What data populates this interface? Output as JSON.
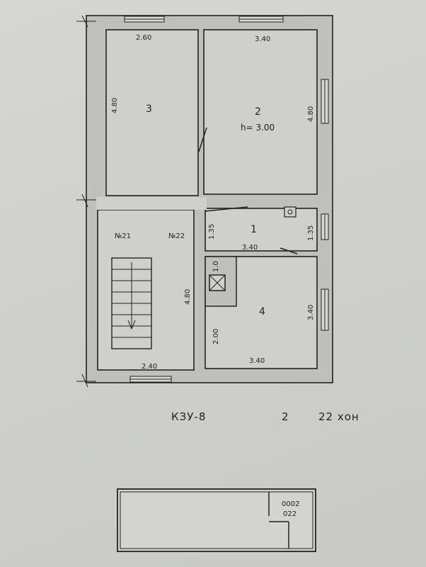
{
  "plan": {
    "dims": {
      "r3_top": "2.60",
      "r3_side": "4.80",
      "r2_top": "3.40",
      "r2_side": "4.80",
      "r1_left": "1.35",
      "r1_right": "1.35",
      "r1_bottom": "3.40",
      "r4_right": "3.40",
      "r4_left": "2.00",
      "r4_bottom": "3.40",
      "vent": "1.0",
      "stair_side": "4.80",
      "stair_bottom": "2.40"
    },
    "rooms": {
      "r1": "1",
      "r2": "2",
      "r2_height": "h= 3.00",
      "r3": "3",
      "r4": "4"
    },
    "stair_marks": {
      "left": "№21",
      "right": "№22"
    }
  },
  "caption": {
    "code": "КЗУ-8",
    "floor": "2",
    "count": "22 хон"
  },
  "bottom_strip": {
    "line1": "0002",
    "line2": "022"
  }
}
